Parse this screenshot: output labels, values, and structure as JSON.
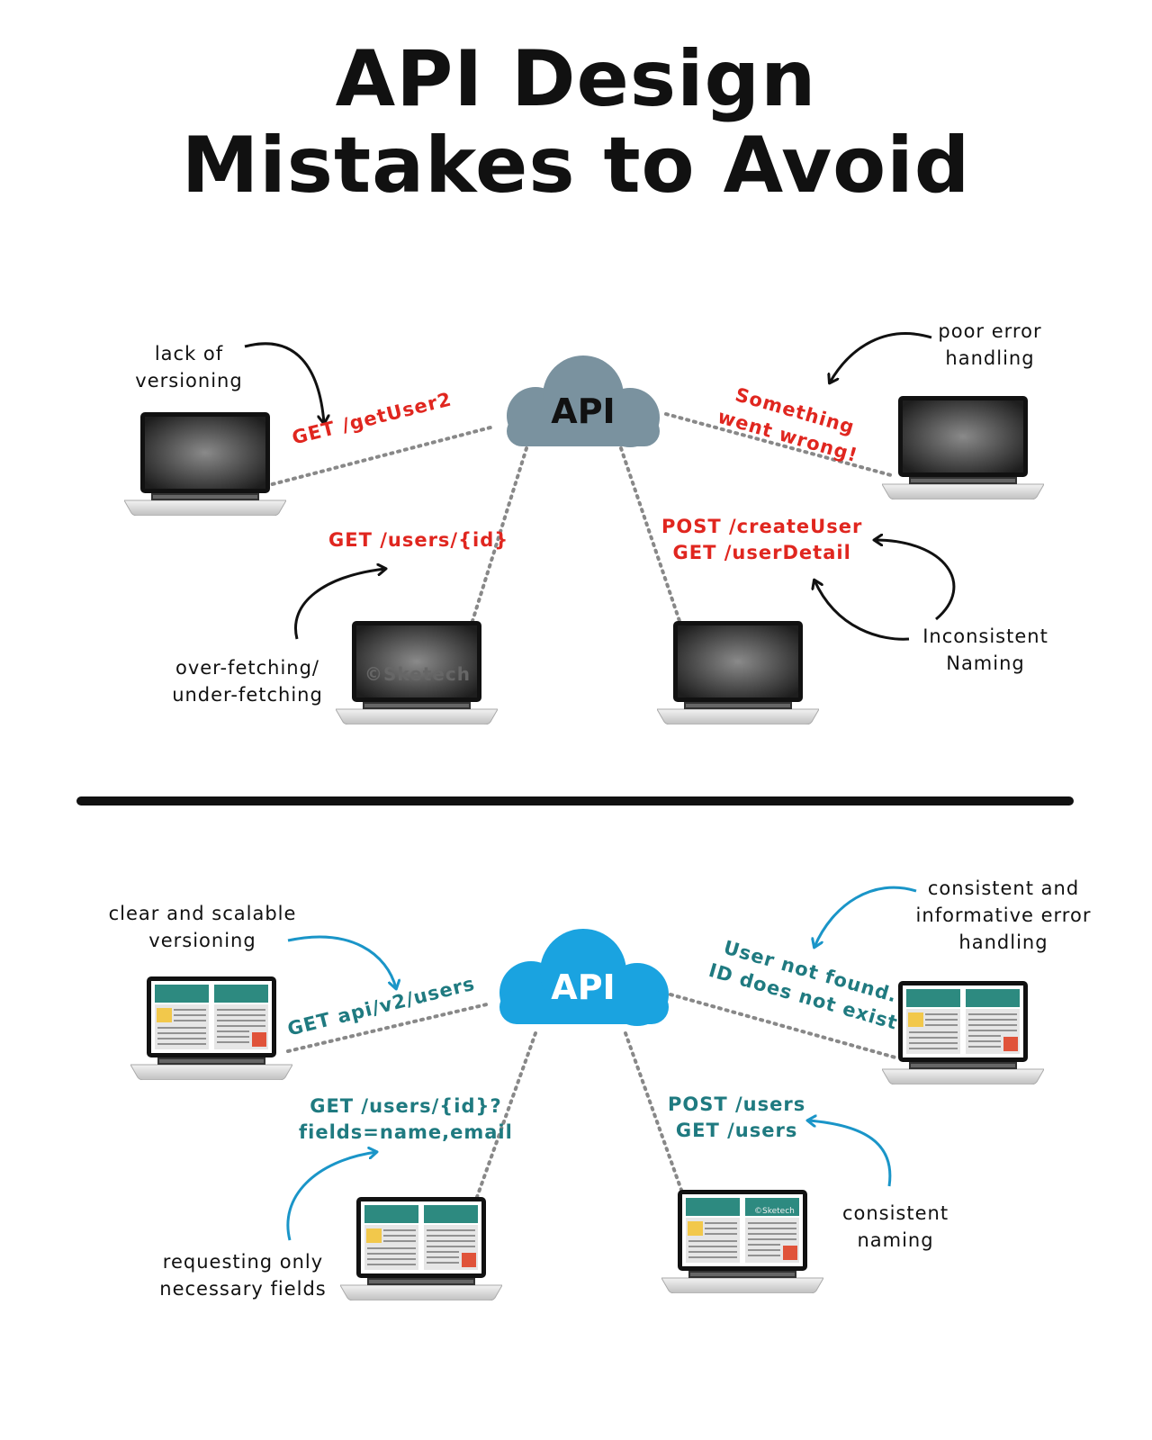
{
  "title": {
    "line1": "API Design",
    "line2": "Mistakes to Avoid"
  },
  "cloud_label": "API",
  "colors": {
    "bad_cloud": "#7a929f",
    "good_cloud": "#1aa3e0",
    "bad_text": "#e0261f",
    "good_text": "#1f7a80",
    "good_arrow": "#1a95c8"
  },
  "watermark": "©Sketech",
  "bad": {
    "labels": {
      "versioning": [
        "lack of",
        "versioning"
      ],
      "errors": [
        "poor error",
        "handling"
      ],
      "fetching": [
        "over-fetching/",
        "under-fetching"
      ],
      "naming": [
        "Inconsistent",
        "Naming"
      ]
    },
    "requests": {
      "versioning": "GET /getUser2",
      "errors": [
        "Something",
        "went wrong!"
      ],
      "fetching": "GET /users/{id}",
      "naming": [
        "POST /createUser",
        "GET /userDetail"
      ]
    }
  },
  "good": {
    "labels": {
      "versioning": [
        "clear and scalable",
        "versioning"
      ],
      "errors": [
        "consistent and",
        "informative error",
        "handling"
      ],
      "fetching": [
        "requesting only",
        "necessary fields"
      ],
      "naming": [
        "consistent",
        "naming"
      ]
    },
    "requests": {
      "versioning": "GET api/v2/users",
      "errors": [
        "User not found.",
        "ID does not exist"
      ],
      "fetching": [
        "GET /users/{id}?",
        "fields=name,email"
      ],
      "naming": [
        "POST /users",
        "GET /users"
      ]
    }
  }
}
